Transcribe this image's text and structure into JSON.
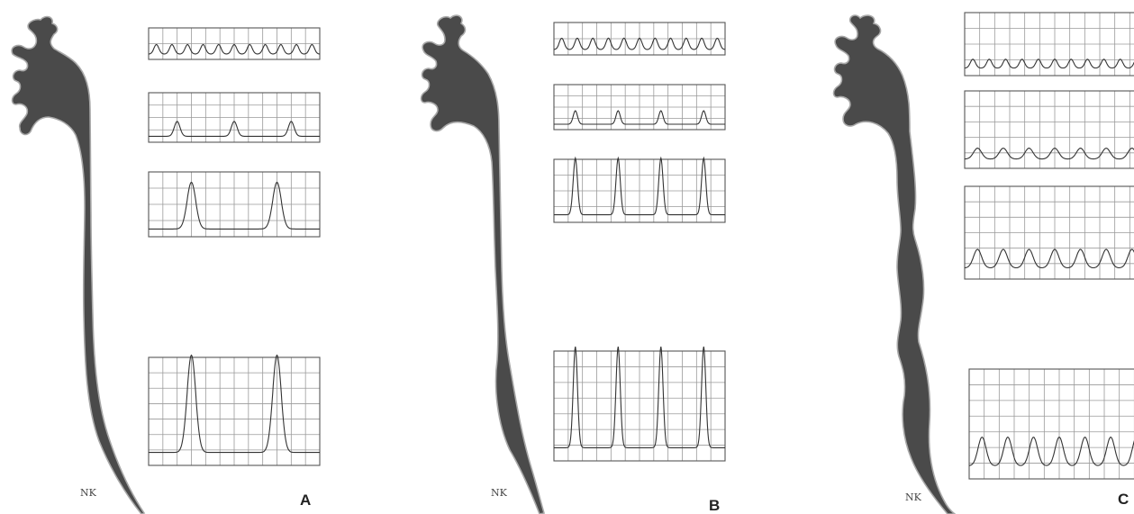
{
  "colors": {
    "body": "#4a4a4a",
    "outline": "#a8a8a8",
    "grid": "#9a9a9a",
    "trace": "#333333"
  },
  "panels": [
    {
      "id": "A",
      "letter": "A",
      "signature": "NK",
      "charts": [
        {
          "cols": 12,
          "rows": 2,
          "peaks": 11,
          "amp": 0.3,
          "sharp": "soft"
        },
        {
          "cols": 12,
          "rows": 4,
          "peaks": 3,
          "amp": 0.3,
          "sharp": "sharp"
        },
        {
          "cols": 12,
          "rows": 4,
          "peaks": 2,
          "amp": 0.72,
          "sharp": "sharp"
        },
        {
          "cols": 12,
          "rows": 7,
          "peaks": 2,
          "amp": 0.9,
          "sharp": "sharp"
        }
      ]
    },
    {
      "id": "B",
      "letter": "B",
      "signature": "NK",
      "charts": [
        {
          "cols": 12,
          "rows": 2,
          "peaks": 11,
          "amp": 0.35,
          "sharp": "soft"
        },
        {
          "cols": 12,
          "rows": 4,
          "peaks": 4,
          "amp": 0.3,
          "sharp": "sharp"
        },
        {
          "cols": 12,
          "rows": 4,
          "peaks": 4,
          "amp": 0.9,
          "sharp": "sharp"
        },
        {
          "cols": 12,
          "rows": 7,
          "peaks": 4,
          "amp": 0.92,
          "sharp": "sharp"
        }
      ]
    },
    {
      "id": "C",
      "letter": "C",
      "signature": "NK",
      "charts": [
        {
          "cols": 12,
          "rows": 4,
          "peaks": 11,
          "amp": 0.14,
          "sharp": "soft"
        },
        {
          "cols": 12,
          "rows": 5,
          "peaks": 7,
          "amp": 0.14,
          "sharp": "soft"
        },
        {
          "cols": 12,
          "rows": 6,
          "peaks": 7,
          "amp": 0.2,
          "sharp": "soft"
        },
        {
          "cols": 12,
          "rows": 7,
          "peaks": 7,
          "amp": 0.26,
          "sharp": "soft"
        }
      ]
    }
  ]
}
